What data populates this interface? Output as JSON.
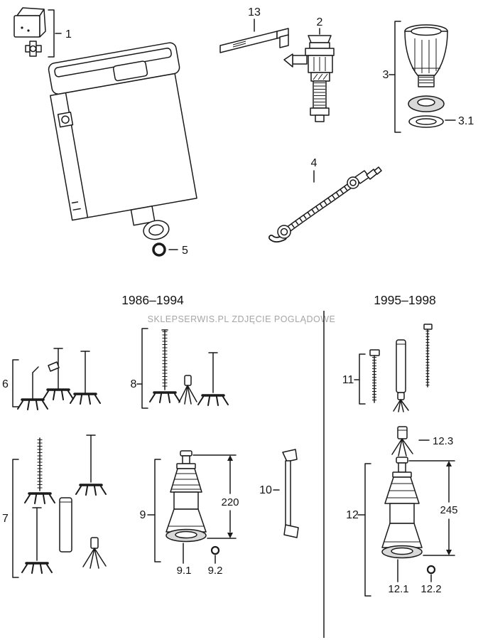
{
  "diagram": {
    "watermark": "SKLEPSERWIS.PL ZDJĘCIE POGLĄDOWE",
    "era_left": "1986–1994",
    "era_right": "1995–1998"
  },
  "parts": {
    "p1": "1",
    "p2": "2",
    "p3": "3",
    "p3_1": "3.1",
    "p4": "4",
    "p5": "5",
    "p6": "6",
    "p7": "7",
    "p8": "8",
    "p9": "9",
    "p9_1": "9.1",
    "p9_2": "9.2",
    "p10": "10",
    "p11": "11",
    "p12": "12",
    "p12_1": "12.1",
    "p12_2": "12.2",
    "p12_3": "12.3",
    "p13": "13"
  },
  "dimensions": {
    "d220": "220",
    "d245": "245"
  }
}
